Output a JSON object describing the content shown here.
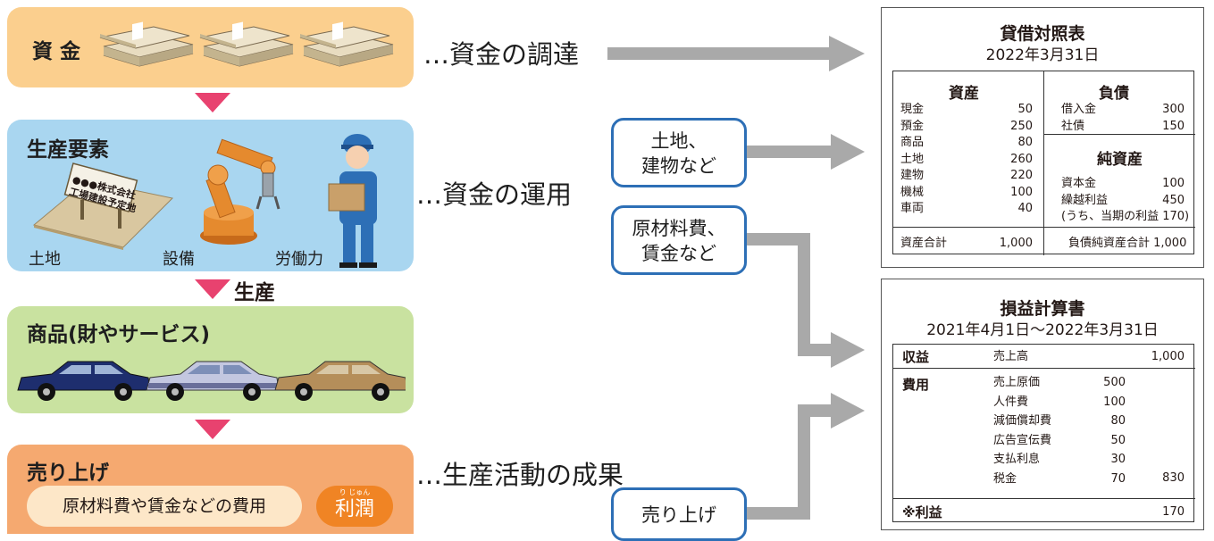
{
  "capital": {
    "label": "資 金",
    "desc": "…資金の調達"
  },
  "factors": {
    "title": "生産要素",
    "desc": "…資金の運用",
    "sign_line1": "●●●株式会社",
    "sign_line2": "工場建設予定地",
    "land": "土地",
    "equipment": "設備",
    "labor": "労働力"
  },
  "production_label": "生産",
  "goods": {
    "title": "商品(財やサービス)"
  },
  "sales": {
    "title": "売り上げ",
    "costs": "原材料費や賃金などの費用",
    "profit_ruby": "り じゅん",
    "profit": "利潤",
    "desc": "…生産活動の成果"
  },
  "flow_boxes": {
    "land_buildings": [
      "土地、",
      "建物など"
    ],
    "materials_wages": [
      "原材料費、",
      "賃金など"
    ],
    "sales": "売り上げ"
  },
  "balance_sheet": {
    "title": "貸借対照表",
    "date": "2022年3月31日",
    "assets_header": "資産",
    "assets": [
      {
        "name": "現金",
        "value": "50"
      },
      {
        "name": "預金",
        "value": "250"
      },
      {
        "name": "商品",
        "value": "80"
      },
      {
        "name": "土地",
        "value": "260"
      },
      {
        "name": "建物",
        "value": "220"
      },
      {
        "name": "機械",
        "value": "100"
      },
      {
        "name": "車両",
        "value": "40"
      }
    ],
    "liabilities_header": "負債",
    "liabilities": [
      {
        "name": "借入金",
        "value": "300"
      },
      {
        "name": "社債",
        "value": "150"
      }
    ],
    "equity_header": "純資産",
    "equity": [
      {
        "name": "資本金",
        "value": "100"
      },
      {
        "name": "繰越利益",
        "value": "450"
      }
    ],
    "equity_note": "(うち、当期の利益 170)",
    "assets_total_label": "資産合計",
    "assets_total": "1,000",
    "liab_equity_total": "負債純資産合計 1,000"
  },
  "income_statement": {
    "title": "損益計算書",
    "period": "2021年4月1日〜2022年3月31日",
    "revenue_header": "収益",
    "revenue_item": "売上高",
    "revenue_value": "1,000",
    "expense_header": "費用",
    "expenses": [
      {
        "name": "売上原価",
        "value": "500"
      },
      {
        "name": "人件費",
        "value": "100"
      },
      {
        "name": "減価償却費",
        "value": "80"
      },
      {
        "name": "広告宣伝費",
        "value": "50"
      },
      {
        "name": "支払利息",
        "value": "30"
      },
      {
        "name": "税金",
        "value": "70"
      }
    ],
    "expense_total": "830",
    "profit_header": "※利益",
    "profit_value": "170"
  },
  "colors": {
    "capital_bg": "#fbcf8e",
    "factors_bg": "#a9d6f0",
    "goods_bg": "#c9e2a0",
    "sales_bg": "#f5a970",
    "triangle": "#e8426f",
    "arrow": "#a9a9a9",
    "box_border": "#2d6fb6",
    "profit_bg": "#f08424"
  }
}
